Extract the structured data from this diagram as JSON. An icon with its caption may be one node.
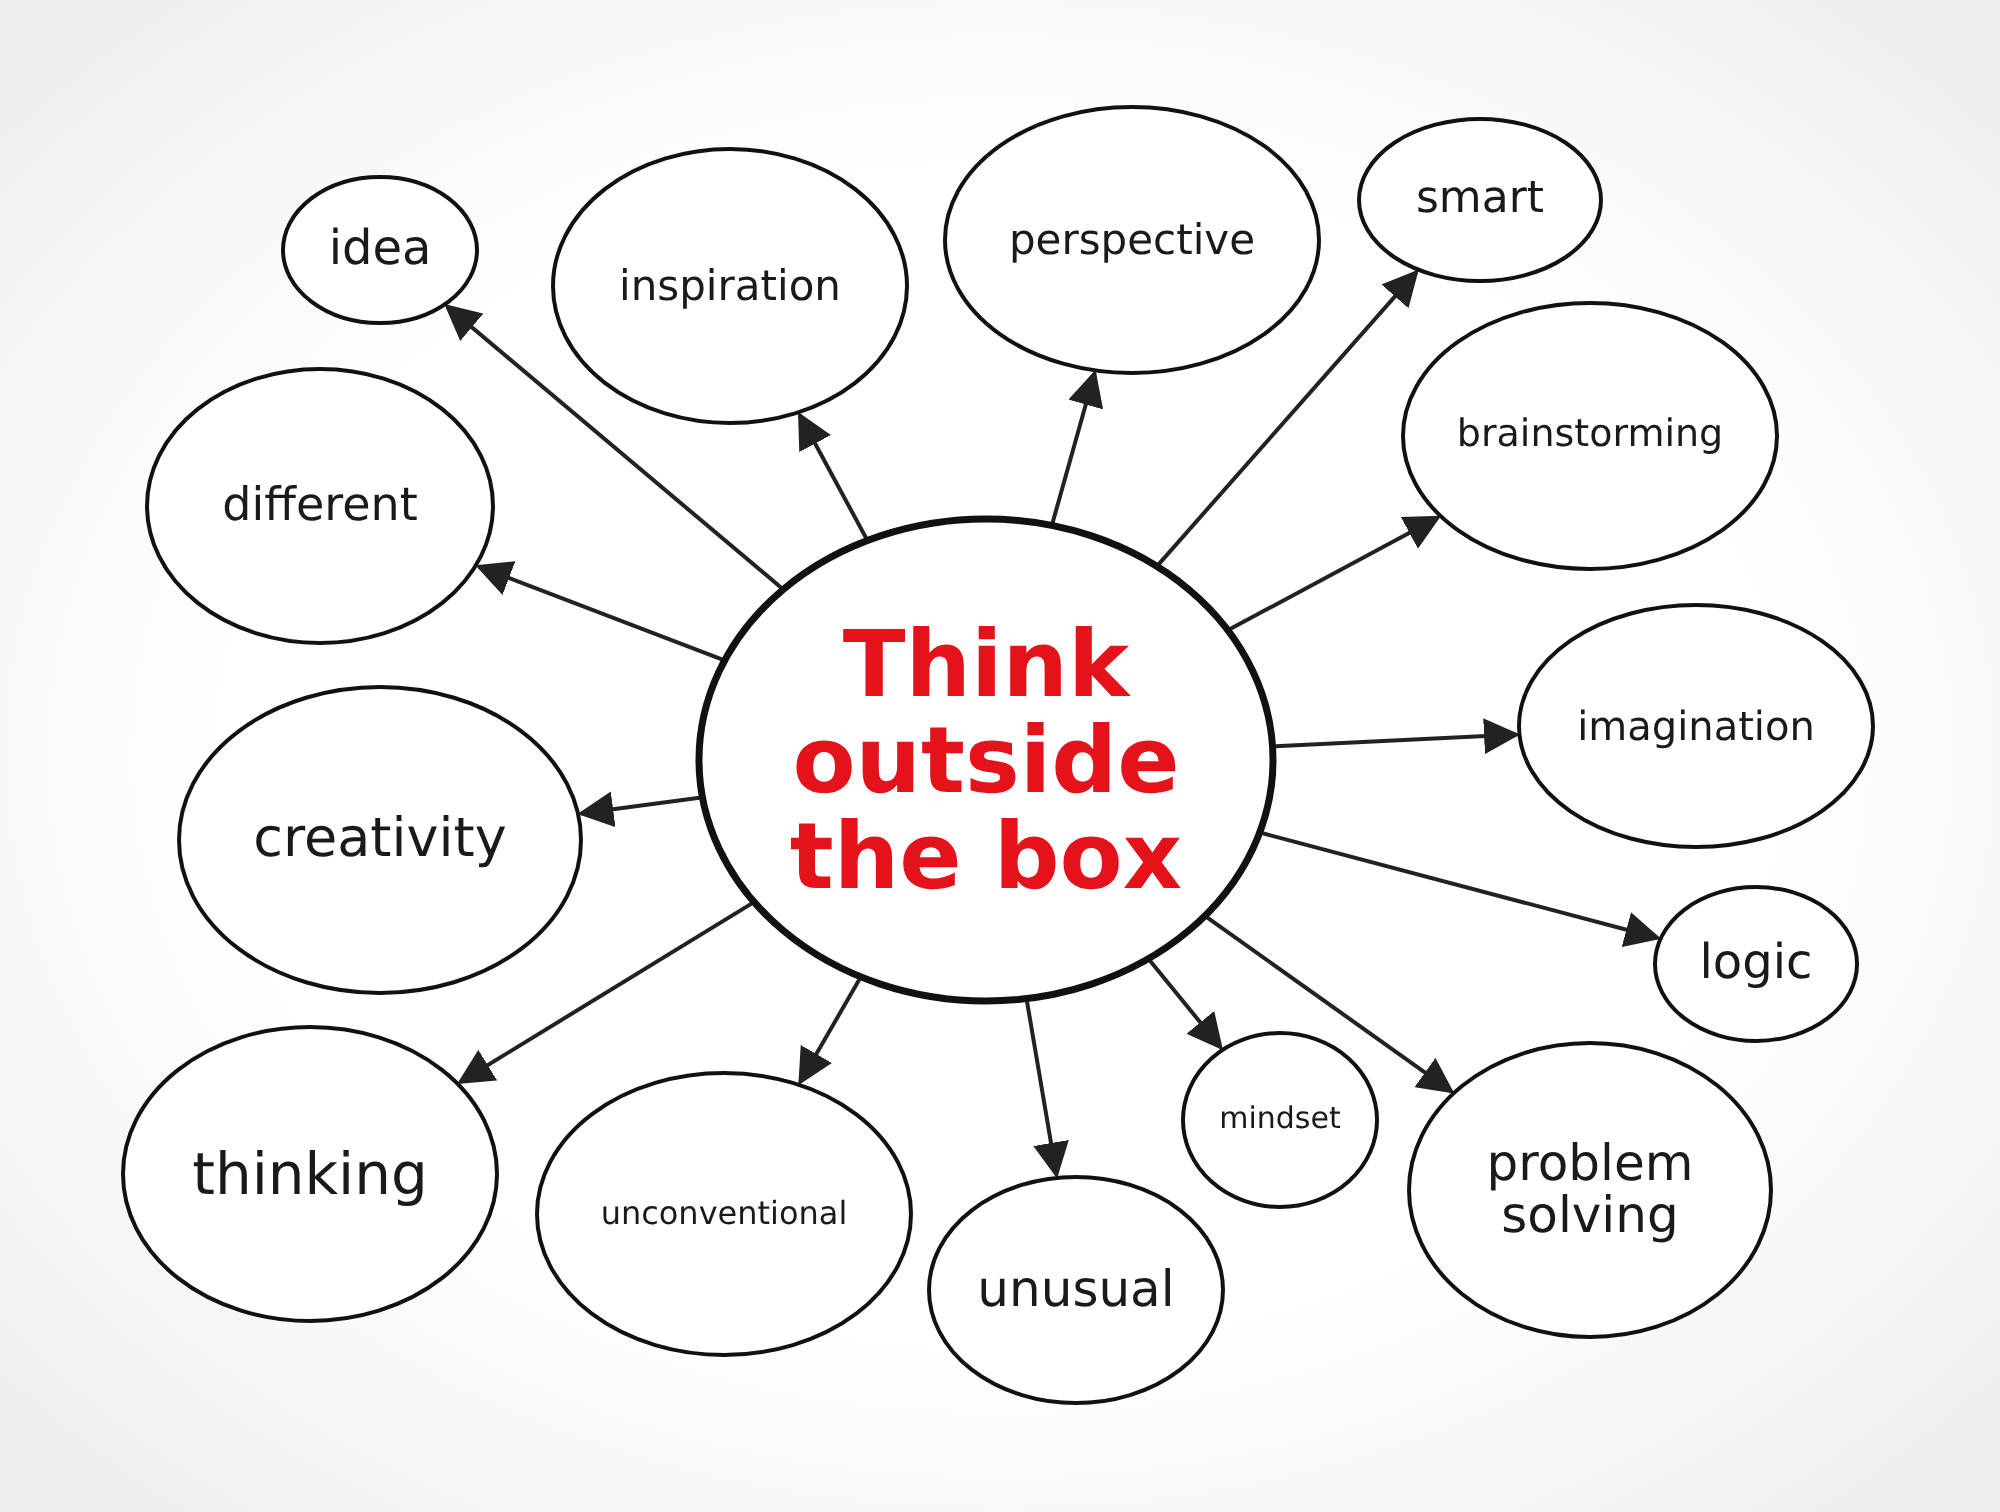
{
  "diagram": {
    "nodes": [
      {
        "text": [
          "Think outside the box"
        ]
      },
      {
        "text": [
          "idea"
        ]
      },
      {
        "text": [
          "inspiration"
        ]
      },
      {
        "text": [
          "perspective"
        ]
      },
      {
        "text": [
          "smart"
        ]
      },
      {
        "text": [
          "different"
        ]
      },
      {
        "text": [
          "brainstorming"
        ]
      },
      {
        "text": [
          "imagination"
        ]
      },
      {
        "text": [
          "creativity"
        ]
      },
      {
        "text": [
          "logic"
        ]
      },
      {
        "text": [
          "thinking"
        ]
      },
      {
        "text": [
          "unconventional"
        ]
      },
      {
        "text": [
          "unusual"
        ]
      },
      {
        "text": [
          "mindset"
        ]
      },
      {
        "text": [
          "problem solving"
        ]
      }
    ],
    "edges": [
      {
        "from": 0,
        "to": 1,
        "arrow": "to"
      },
      {
        "from": 0,
        "to": 2,
        "arrow": "to"
      },
      {
        "from": 0,
        "to": 3,
        "arrow": "to"
      },
      {
        "from": 0,
        "to": 4,
        "arrow": "to"
      },
      {
        "from": 0,
        "to": 5,
        "arrow": "to"
      },
      {
        "from": 0,
        "to": 6,
        "arrow": "to"
      },
      {
        "from": 0,
        "to": 7,
        "arrow": "to"
      },
      {
        "from": 0,
        "to": 8,
        "arrow": "to"
      },
      {
        "from": 0,
        "to": 9,
        "arrow": "to"
      },
      {
        "from": 0,
        "to": 10,
        "arrow": "to"
      },
      {
        "from": 0,
        "to": 11,
        "arrow": "to"
      },
      {
        "from": 0,
        "to": 12,
        "arrow": "to"
      },
      {
        "from": 0,
        "to": 13,
        "arrow": "to"
      },
      {
        "from": 0,
        "to": 14,
        "arrow": "to"
      }
    ]
  }
}
